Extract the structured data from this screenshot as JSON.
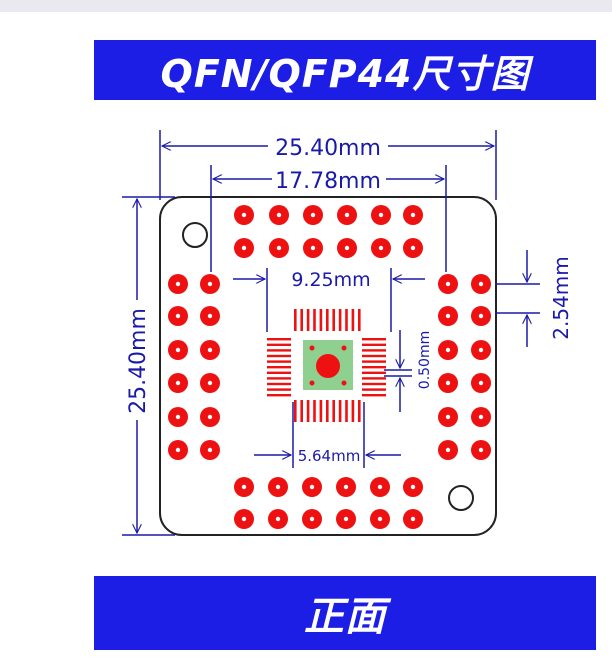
{
  "header": {
    "title": "QFN/QFP44尺寸图"
  },
  "footer": {
    "label": "正面"
  },
  "dimensions": {
    "board_width": "25.40mm",
    "inner_width": "17.78mm",
    "board_height": "25.40mm",
    "pad_span": "9.25mm",
    "pitch_vertical": "2.54mm",
    "ic_pitch": "0.50mm",
    "center_pad": "5.64mm"
  },
  "colors": {
    "banner": "#1c1ee6",
    "dimension_line": "#1a1aa8",
    "pad": "#ee1111",
    "center_pad": "#8fcf8f",
    "board_outline": "#222222"
  }
}
